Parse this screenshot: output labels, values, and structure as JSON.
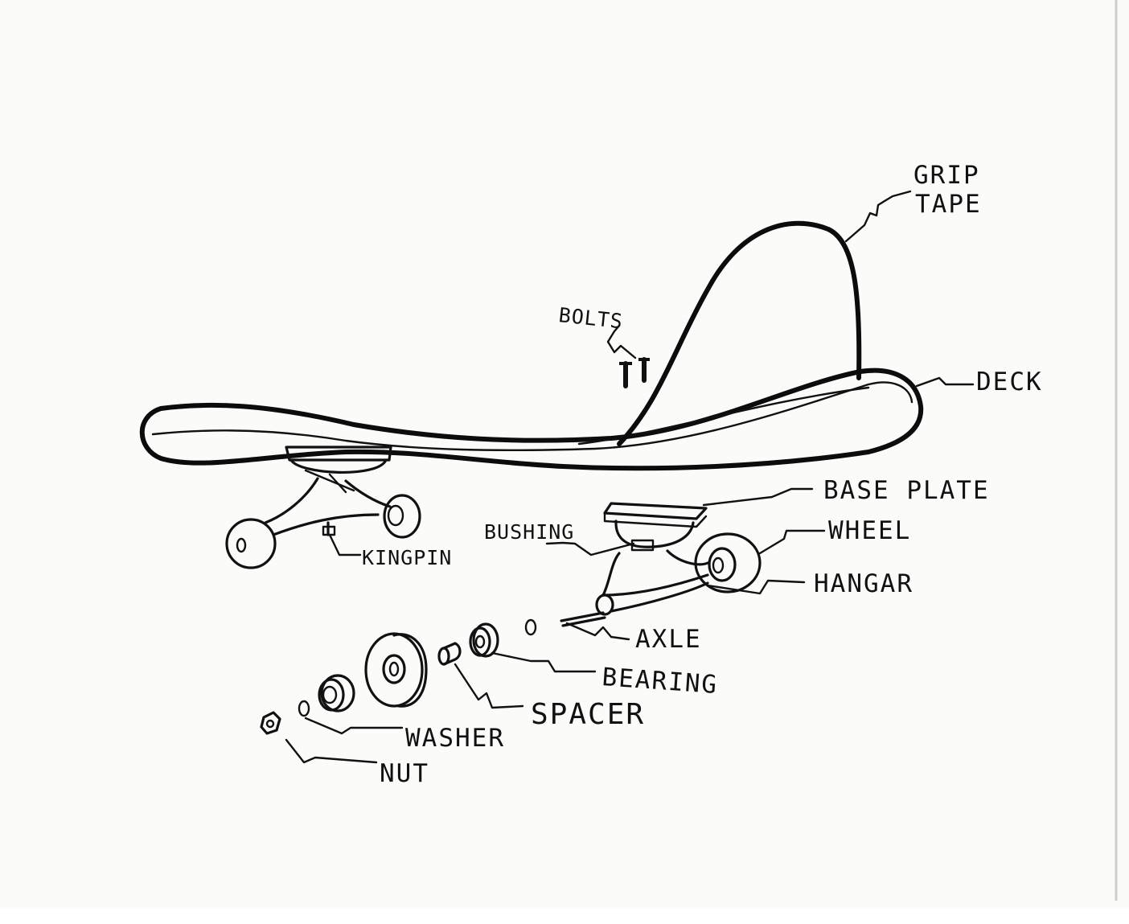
{
  "diagram": {
    "labels": {
      "grip_tape_line1": "GRIP",
      "grip_tape_line2": "TAPE",
      "bolts": "BOLTS",
      "deck": "DECK",
      "base_plate": "BASE PLATE",
      "wheel": "WHEEL",
      "bushing": "BUSHING",
      "hangar": "HANGAR",
      "kingpin": "KINGPIN",
      "axle": "AXLE",
      "bearing": "BEARING",
      "spacer": "SPACER",
      "washer": "WASHER",
      "nut": "NUT"
    }
  }
}
